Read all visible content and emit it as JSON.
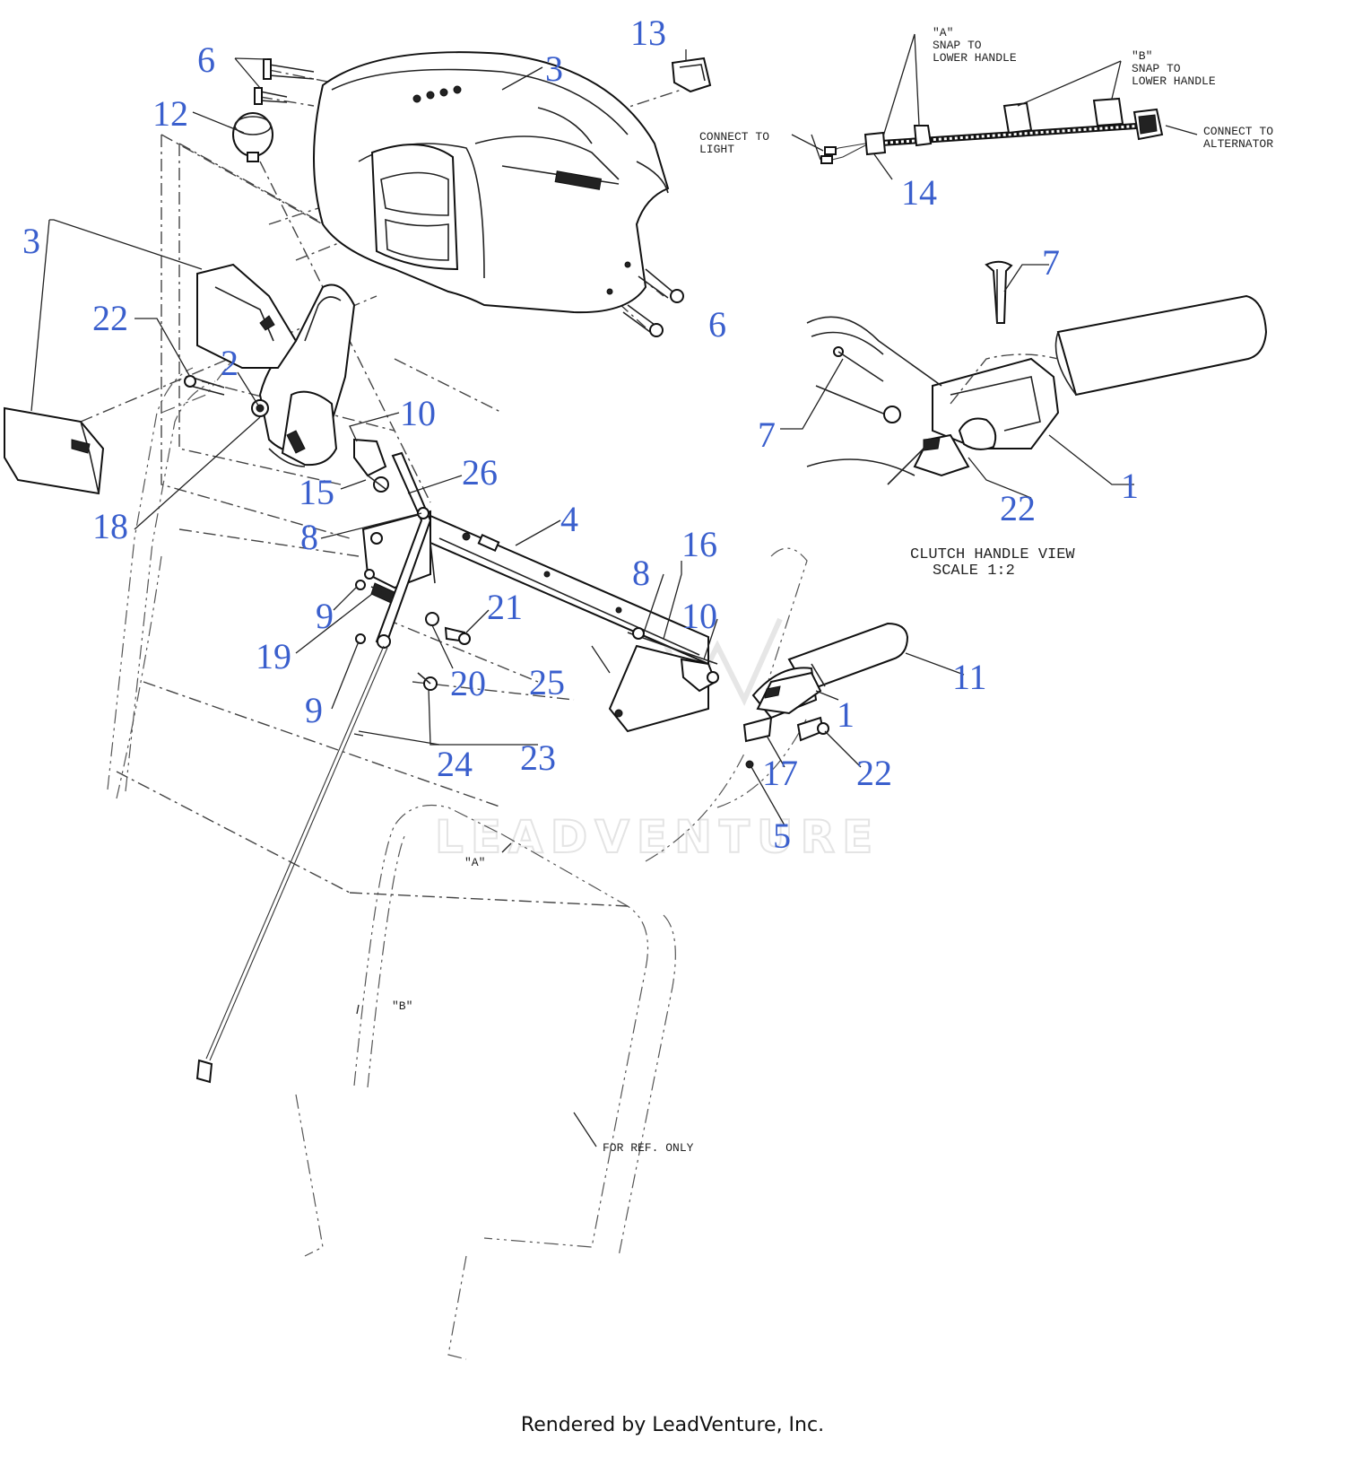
{
  "callouts": {
    "c1a": "1",
    "c1b": "1",
    "c2": "2",
    "c3a": "3",
    "c3b": "3",
    "c4": "4",
    "c5": "5",
    "c6a": "6",
    "c6b": "6",
    "c7a": "7",
    "c7b": "7",
    "c8a": "8",
    "c8b": "8",
    "c9a": "9",
    "c9b": "9",
    "c10a": "10",
    "c10b": "10",
    "c11": "11",
    "c12": "12",
    "c13": "13",
    "c14": "14",
    "c15": "15",
    "c16": "16",
    "c17": "17",
    "c18": "18",
    "c19": "19",
    "c20": "20",
    "c21": "21",
    "c22a": "22",
    "c22b": "22",
    "c22c": "22",
    "c23": "23",
    "c24": "24",
    "c25": "25",
    "c26": "26"
  },
  "notes": {
    "snap_a_label": "\"A\"",
    "snap_b_label": "\"B\"",
    "snap_to": "SNAP TO",
    "lower_handle": "LOWER HANDLE",
    "connect_to": "CONNECT TO",
    "light": "LIGHT",
    "alternator": "ALTERNATOR",
    "ref_a": "\"A\"",
    "ref_b": "\"B\"",
    "for_ref_only": "FOR REF. ONLY"
  },
  "view": {
    "title": "CLUTCH HANDLE VIEW",
    "scale": "SCALE 1:2"
  },
  "watermark": "LEADVENTURE",
  "footer": "Rendered by LeadVenture, Inc.",
  "colors": {
    "callout": "#3a5fcd",
    "ink": "#222222"
  }
}
